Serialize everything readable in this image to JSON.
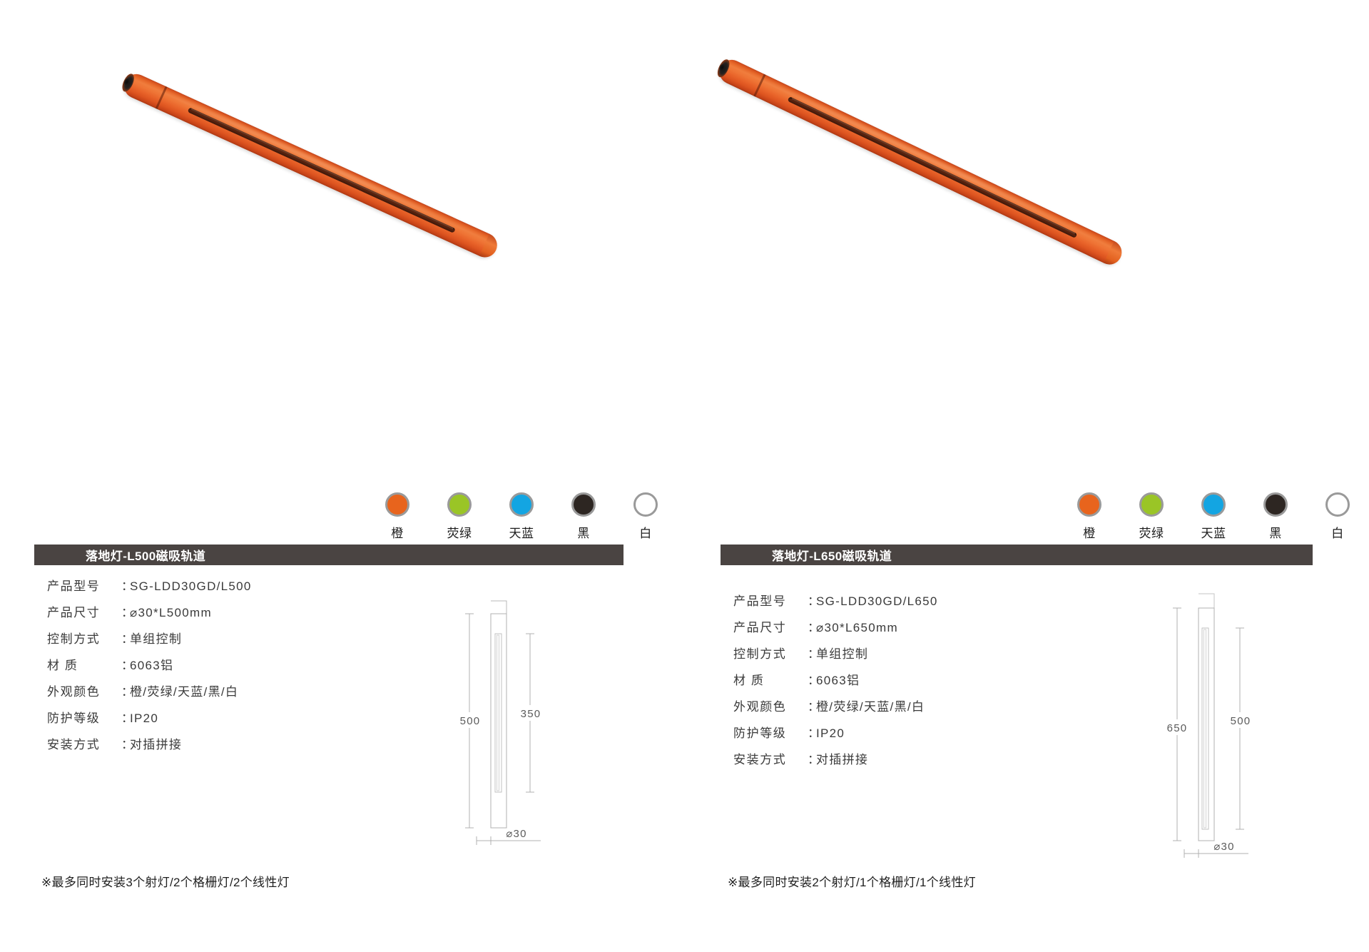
{
  "page": {
    "background": "#ffffff",
    "title_bar_color": "#4a4442",
    "product_color": "#e8692a"
  },
  "panels": [
    {
      "id": "left",
      "title": "落地灯-L500磁吸轨道",
      "photo_alt": "橙色磁吸轨道落地灯 L500",
      "swatches": [
        {
          "label": "橙",
          "color": "#e8641d"
        },
        {
          "label": "荧绿",
          "color": "#9ac526"
        },
        {
          "label": "天蓝",
          "color": "#13a5e2"
        },
        {
          "label": "黑",
          "color": "#2d2622"
        },
        {
          "label": "白",
          "color": "#ffffff"
        }
      ],
      "specs": [
        {
          "key": "产品型号",
          "value": "SG-LDD30GD/L500",
          "spread": false
        },
        {
          "key": "产品尺寸",
          "value": "⌀30*L500mm",
          "spread": false
        },
        {
          "key": "控制方式",
          "value": "单组控制",
          "spread": false
        },
        {
          "key": "材   质",
          "value": "6063铝",
          "spread": true
        },
        {
          "key": "外观颜色",
          "value": "橙/荧绿/天蓝/黑/白",
          "spread": false
        },
        {
          "key": "防护等级",
          "value": "IP20",
          "spread": false
        },
        {
          "key": "安装方式",
          "value": "对插拼接",
          "spread": false
        }
      ],
      "drawing": {
        "total_length": "500",
        "slot_length": "350",
        "diameter": "⌀30"
      },
      "footnote": "※最多同时安装3个射灯/2个格栅灯/2个线性灯"
    },
    {
      "id": "right",
      "title": "落地灯-L650磁吸轨道",
      "photo_alt": "橙色磁吸轨道落地灯 L650",
      "swatches": [
        {
          "label": "橙",
          "color": "#e8641d"
        },
        {
          "label": "荧绿",
          "color": "#9ac526"
        },
        {
          "label": "天蓝",
          "color": "#13a5e2"
        },
        {
          "label": "黑",
          "color": "#2d2622"
        },
        {
          "label": "白",
          "color": "#ffffff"
        }
      ],
      "specs": [
        {
          "key": "产品型号",
          "value": "SG-LDD30GD/L650",
          "spread": false
        },
        {
          "key": "产品尺寸",
          "value": "⌀30*L650mm",
          "spread": false
        },
        {
          "key": "控制方式",
          "value": "单组控制",
          "spread": false
        },
        {
          "key": "材   质",
          "value": "6063铝",
          "spread": true
        },
        {
          "key": "外观颜色",
          "value": "橙/荧绿/天蓝/黑/白",
          "spread": false
        },
        {
          "key": "防护等级",
          "value": "IP20",
          "spread": false
        },
        {
          "key": "安装方式",
          "value": "对插拼接",
          "spread": false
        }
      ],
      "drawing": {
        "total_length": "650",
        "slot_length": "500",
        "diameter": "⌀30"
      },
      "footnote": "※最多同时安装2个射灯/1个格栅灯/1个线性灯"
    }
  ]
}
